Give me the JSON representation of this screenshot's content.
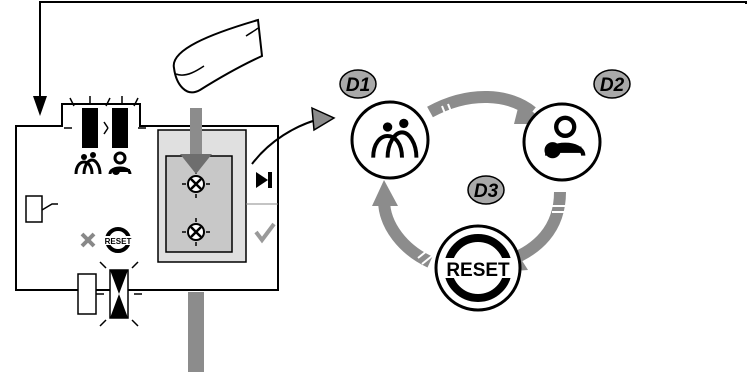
{
  "diagram": {
    "nodes": [
      {
        "label": "D1",
        "icon": "two-people-icon"
      },
      {
        "label": "D2",
        "icon": "person-key-icon"
      },
      {
        "label": "D3",
        "icon": "reset-icon",
        "text": "RESET"
      }
    ],
    "panel_reset_text": "RESET",
    "colors": {
      "line": "#000000",
      "arrow_gray": "#8c8c8c",
      "badge_fill": "#a9a9a9",
      "panel_gray": "#c8c8c8",
      "check_gray": "#9a9a9a"
    }
  }
}
